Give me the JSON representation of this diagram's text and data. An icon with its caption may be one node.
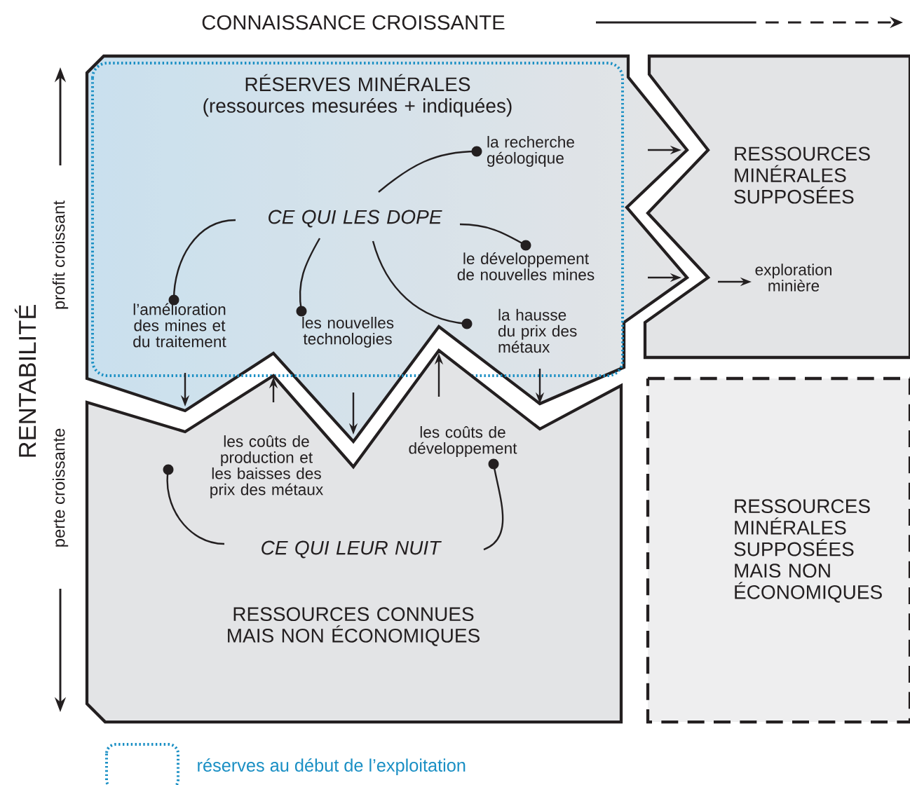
{
  "diagram": {
    "nodes": [
      {
        "text": [
          "RÉSERVES MINÉRALES",
          "(ressources mesurées + indiquées)"
        ]
      },
      {
        "text": [
          "CE QUI LES DOPE"
        ],
        "in": 0
      },
      {
        "text": [
          "la recherche géologique"
        ],
        "in": 0
      },
      {
        "text": [
          "le développement de nouvelles mines"
        ],
        "in": 0
      },
      {
        "text": [
          "l’amélioration des mines et du traitement"
        ],
        "in": 0
      },
      {
        "text": [
          "les nouvelles technologies"
        ],
        "in": 0
      },
      {
        "text": [
          "la hausse du prix des métaux"
        ],
        "in": 0
      },
      {
        "text": [
          "RESSOURCES MINÉRALES SUPPOSÉES"
        ]
      },
      {
        "text": [
          "exploration minière"
        ],
        "in": 7
      },
      {
        "text": [
          "RESSOURCES CONNUES MAIS NON ÉCONOMIQUES"
        ]
      },
      {
        "text": [
          "les coûts de production et les baisses des prix des métaux"
        ],
        "in": 9
      },
      {
        "text": [
          "les coûts de développement"
        ],
        "in": 9
      },
      {
        "text": [
          "CE QUI LEUR NUIT"
        ],
        "in": 9
      },
      {
        "text": [
          "RESSOURCES MINÉRALES SUPPOSÉES MAIS NON ÉCONOMIQUES"
        ]
      }
    ],
    "edges": [
      {
        "from": 1,
        "to": 2,
        "arrow": "other"
      },
      {
        "from": 1,
        "to": 3,
        "arrow": "other"
      },
      {
        "from": 1,
        "to": 4,
        "arrow": "other"
      },
      {
        "from": 1,
        "to": 5,
        "arrow": "other"
      },
      {
        "from": 1,
        "to": 6,
        "arrow": "other"
      },
      {
        "from": null,
        "to": 8,
        "arrow": "to"
      },
      {
        "from": 12,
        "to": 10,
        "arrow": "other"
      },
      {
        "from": 12,
        "to": 11,
        "arrow": "other"
      }
    ],
    "labels": [
      "CONNAISSANCE CROISSANTE",
      "RENTABILITÉ",
      "profit croissant",
      "perte croissante"
    ],
    "legend": [
      {
        "text": "réserves au début de l’exploitation"
      }
    ]
  }
}
